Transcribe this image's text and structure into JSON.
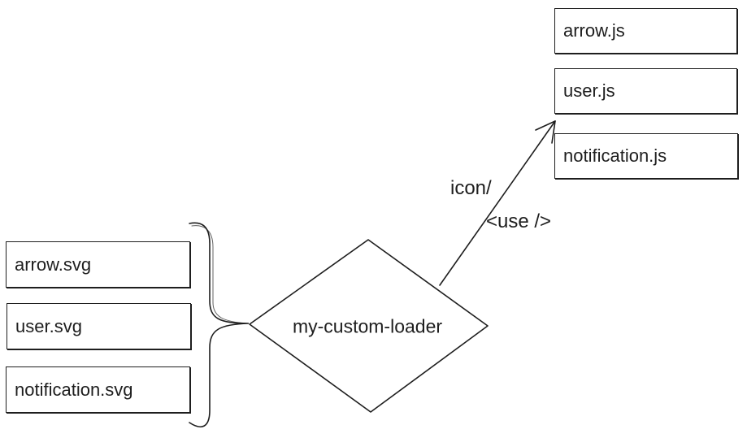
{
  "sources": [
    {
      "label": "arrow.svg"
    },
    {
      "label": "user.svg"
    },
    {
      "label": "notification.svg"
    }
  ],
  "loader": {
    "label": "my-custom-loader"
  },
  "outputs": [
    {
      "label": "arrow.js"
    },
    {
      "label": "user.js"
    },
    {
      "label": "notification.js"
    }
  ],
  "edge": {
    "line1": "icon/",
    "line2": "<use />"
  },
  "stroke_color": "#1e1e1e"
}
